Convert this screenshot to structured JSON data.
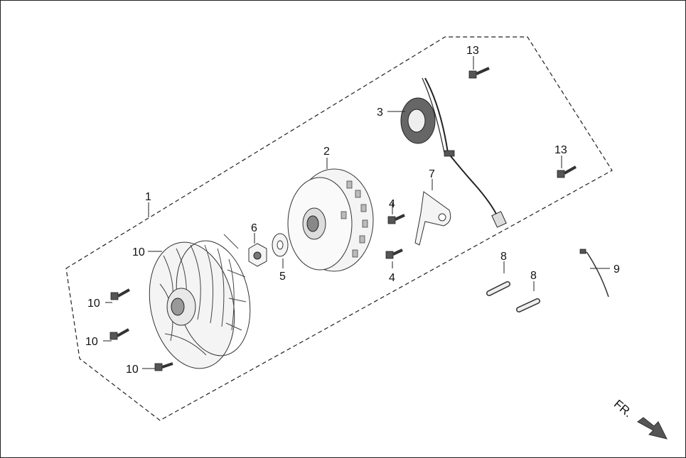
{
  "diagram": {
    "callouts": {
      "c1": "1",
      "c2": "2",
      "c3": "3",
      "c4a": "4",
      "c4b": "4",
      "c5": "5",
      "c6": "6",
      "c7": "7",
      "c8a": "8",
      "c8b": "8",
      "c9": "9",
      "c10a": "10",
      "c10b": "10",
      "c10c": "10",
      "c10d": "10",
      "c13a": "13",
      "c13b": "13"
    },
    "direction_label": "FR."
  }
}
